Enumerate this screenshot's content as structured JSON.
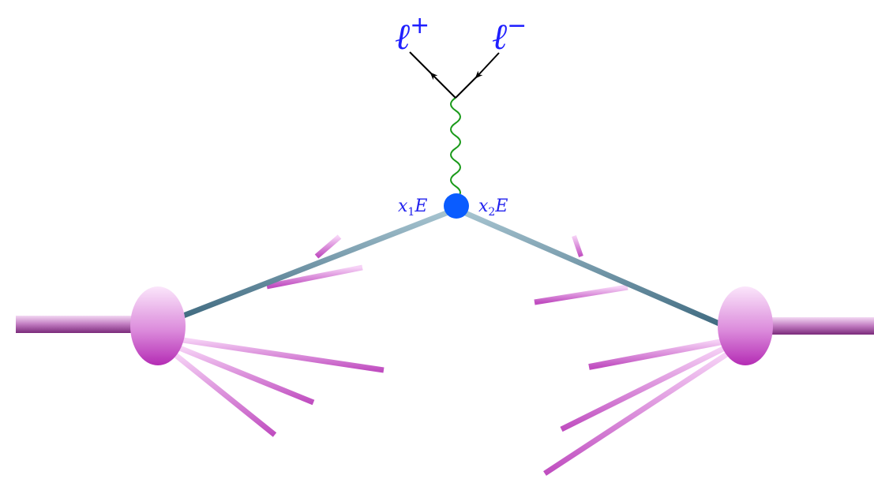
{
  "labels": {
    "lepton_plus": "ℓ",
    "lepton_plus_charge": "+",
    "lepton_minus": "ℓ",
    "lepton_minus_charge": "−",
    "parton1_momentum": "x",
    "parton1_index": "1",
    "parton1_energy": "E",
    "parton2_momentum": "x",
    "parton2_index": "2",
    "parton2_energy": "E"
  },
  "colors": {
    "boson": "#1a9a1a",
    "vertex": "#0a5cff",
    "parton": "#5f8ea0",
    "hadron": "#c040c0",
    "lepton_line": "#000000",
    "label": "#1f1fff"
  }
}
